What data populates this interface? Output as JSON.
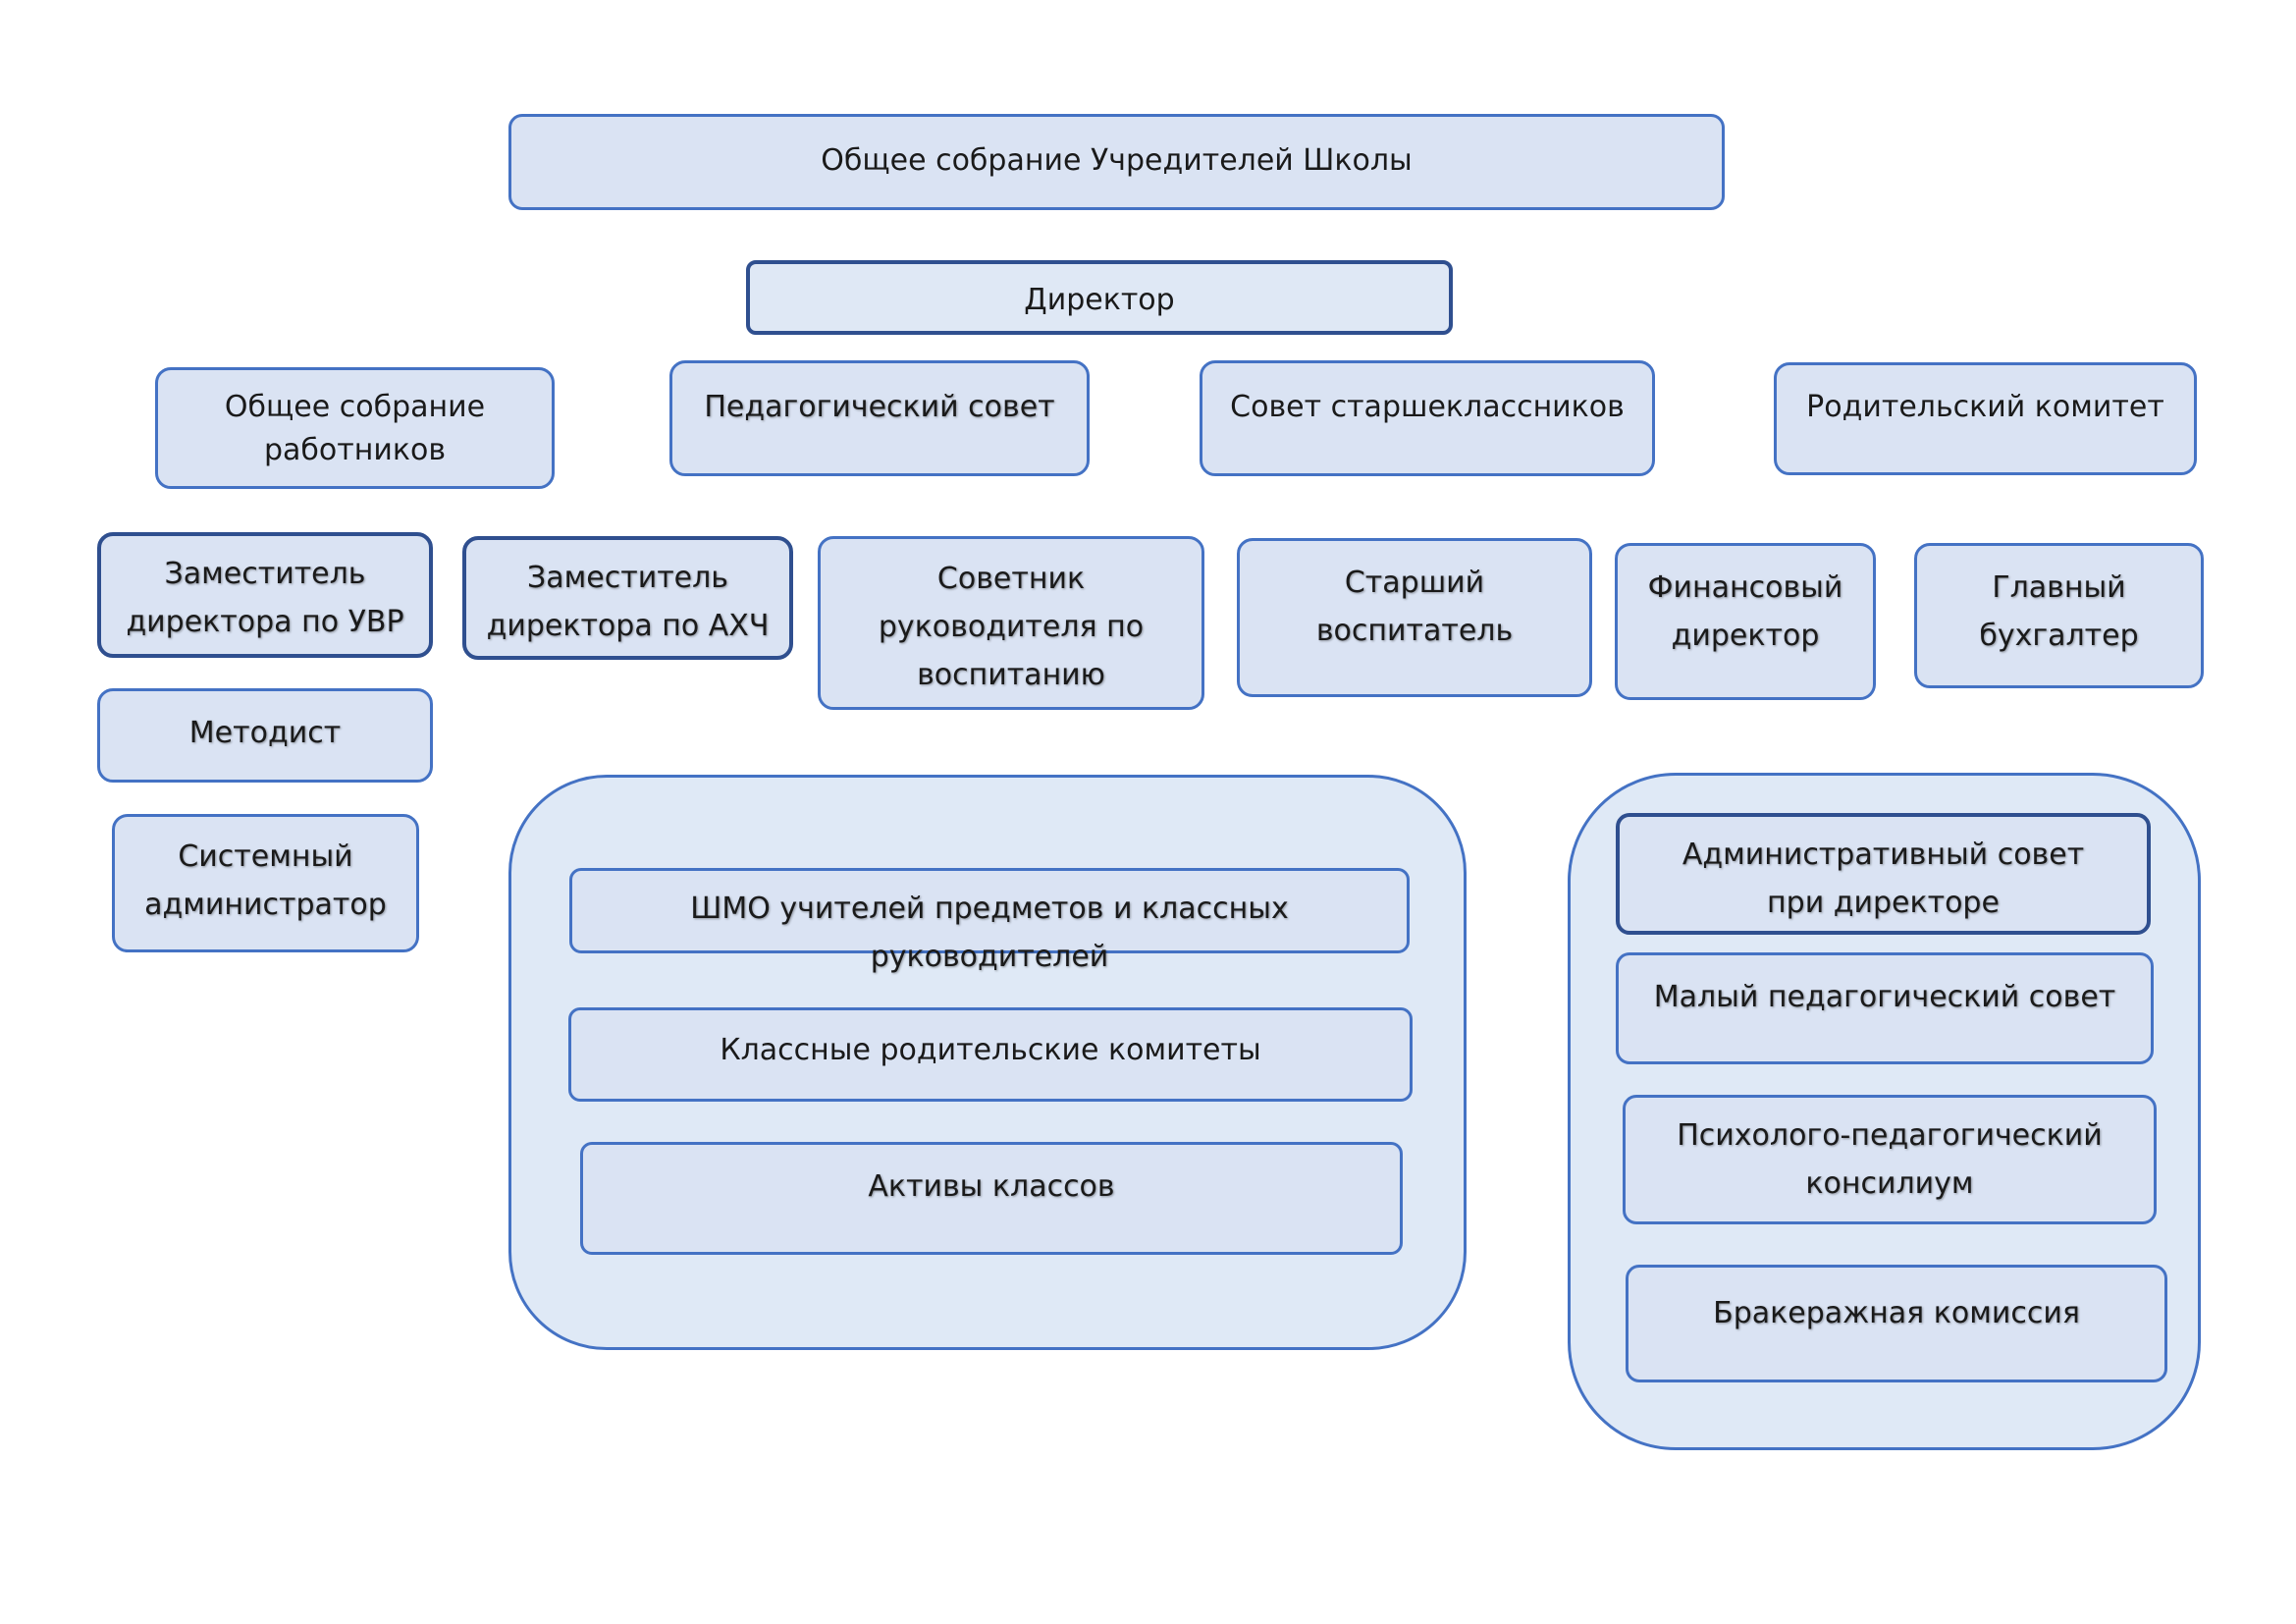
{
  "top": {
    "founders_assembly": "Общее собрание Учредителей Школы",
    "director": "Директор"
  },
  "councils": {
    "staff_assembly": "Общее собрание работников",
    "pedagogical_council": "Педагогический совет",
    "senior_students_council": "Совет старшеклассников",
    "parents_committee": "Родительский комитет"
  },
  "deputies": {
    "deputy_uvr": "Заместитель директора по УВР",
    "deputy_ahch": "Заместитель директора по АХЧ",
    "upbringing_advisor": "Советник руководителя по воспитанию",
    "senior_educator": "Старший воспитатель",
    "financial_director": "Финансовый директор",
    "chief_accountant": "Главный бухгалтер",
    "methodist": "Методист",
    "sysadmin": "Системный администратор"
  },
  "group_left": {
    "shmo": "ШМО учителей предметов и классных руководителей",
    "class_parent_committees": "Классные родительские комитеты",
    "class_activists": "Активы классов"
  },
  "group_right": {
    "admin_council": "Административный совет при директоре",
    "small_ped_council": "Малый педагогический совет",
    "psych_ped_council": "Психолого-педагогический консилиум",
    "rejection_commission": "Бракеражная комиссия"
  },
  "colors": {
    "box_fill": "#dae3f3",
    "border": "#4472c4",
    "dark_border": "#2f4f8f"
  }
}
